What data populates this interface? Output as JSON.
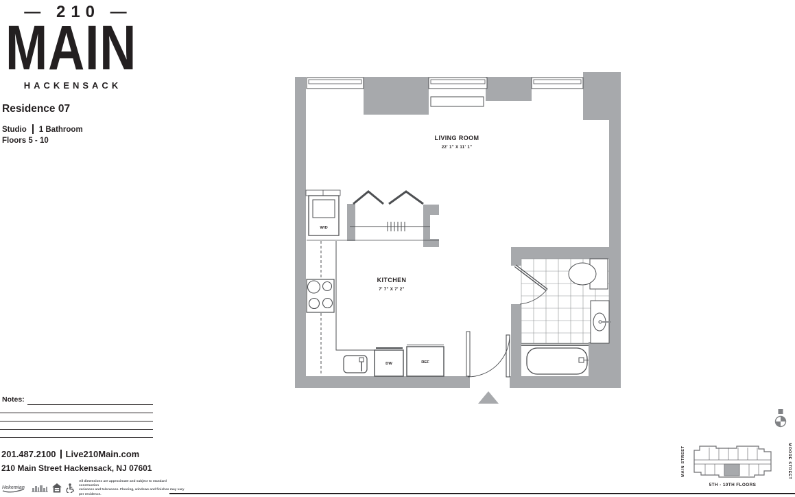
{
  "brand": {
    "top_line": "— 210 —",
    "name": "MAIN",
    "city": "HACKENSACK"
  },
  "residence": {
    "title": "Residence 07",
    "type": "Studio",
    "bathrooms": "1 Bathroom",
    "floors": "Floors 5 - 10"
  },
  "plan": {
    "living_room": {
      "name": "LIVING ROOM",
      "dims": "22' 1\" X 11' 1\""
    },
    "kitchen": {
      "name": "KITCHEN",
      "dims": "7' 7\" X 7' 2\""
    },
    "labels": {
      "washer_dryer": "W/D",
      "dishwasher": "DW",
      "refrigerator": "REF"
    }
  },
  "notes_label": "Notes:",
  "contact": {
    "phone": "201.487.2100",
    "website": "Live210Main.com",
    "address": "210 Main Street Hackensack, NJ 07601"
  },
  "footer": {
    "developer_logo_text": "Hekemian",
    "icons": [
      "developer-wordmark-logo",
      "skyline-logo",
      "equal-housing-icon",
      "accessibility-icon"
    ],
    "disclaimer_line1": "All dimensions are approximate and subject to standard construction",
    "disclaimer_line2": "variances and tolerances. Flooring, windows and finishes may vary per residence."
  },
  "keymap": {
    "street_left": "MAIN STREET",
    "street_right": "MOORE STREET",
    "caption": "5TH - 10TH FLOORS"
  },
  "colors": {
    "wall_gray": "#a7a9ac",
    "line_dark": "#4d4f52",
    "text": "#231f20"
  }
}
